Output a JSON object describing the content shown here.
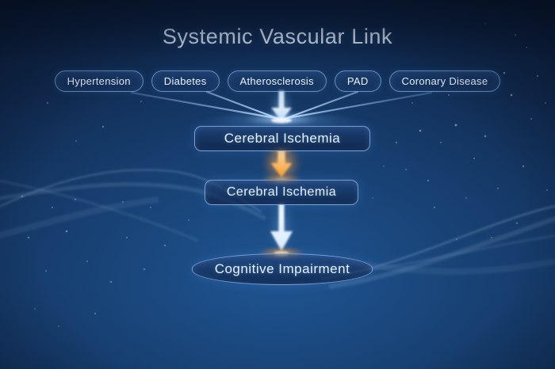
{
  "title": "Systemic Vascular Link",
  "risk_factors": [
    "Hypertension",
    "Diabetes",
    "Atherosclerosis",
    "PAD",
    "Coronary Disease"
  ],
  "flow_nodes": {
    "intermediate_1": "Cerebral Ischemia",
    "intermediate_2": "Cerebral Ischemia",
    "outcome": "Cognitive Impairment"
  },
  "colors": {
    "background_top": "#0c1f3d",
    "background_bright": "#1d4e87",
    "node_border": "#91bef5",
    "text_light": "#e8f2fd",
    "accent_blue": "#a9d0f7",
    "accent_orange": "#f59d35"
  }
}
